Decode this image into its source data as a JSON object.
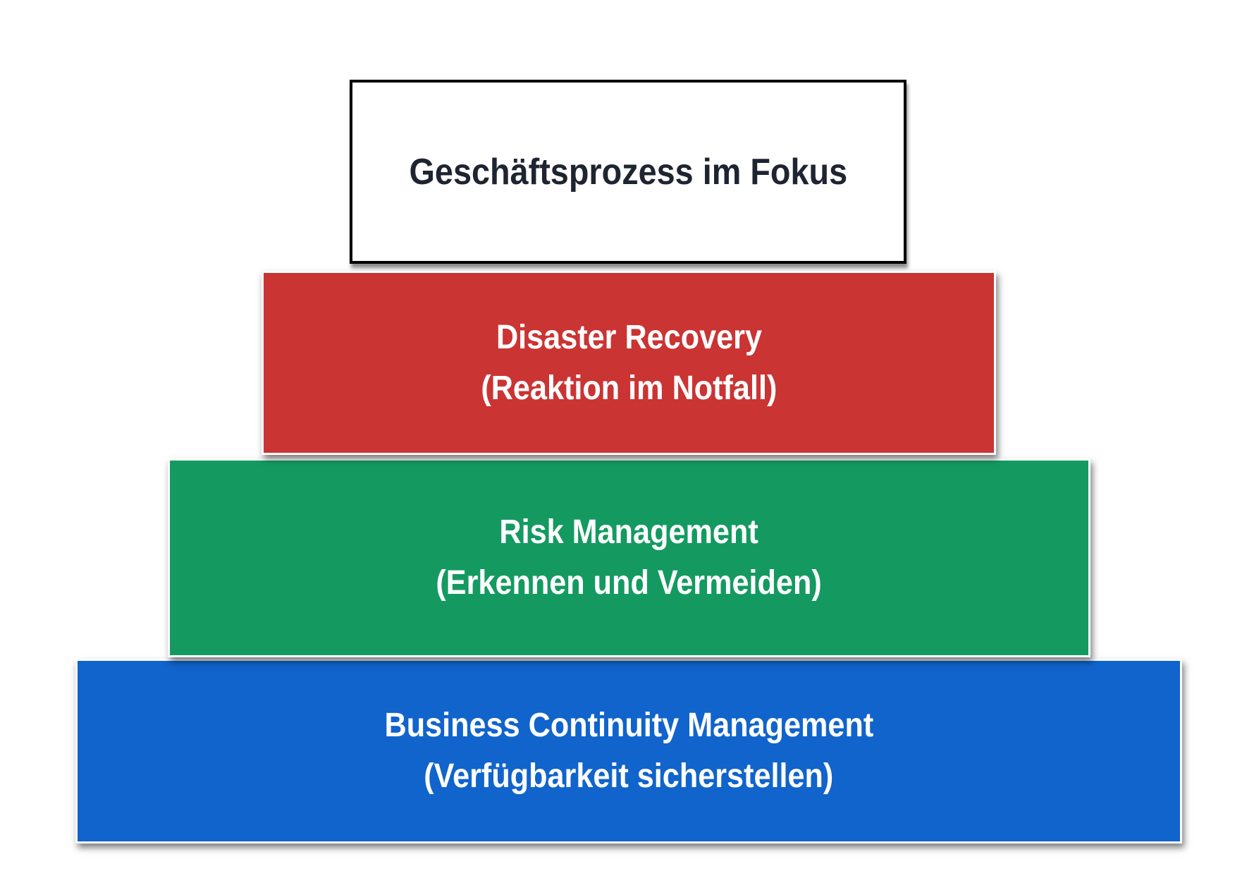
{
  "canvas": {
    "background": "#FFFFFF"
  },
  "diagram": {
    "type": "stacked-layers",
    "layers": [
      {
        "name": "geschaeftsprozess",
        "label": "Geschäftsprozess im Fokus",
        "sublabel": "",
        "bg": "#FFFFFF",
        "text_color": "#1E2430",
        "border_color": "#000000"
      },
      {
        "name": "disaster-recovery",
        "label": "Disaster Recovery",
        "sublabel": "(Reaktion im Notfall)",
        "bg": "#CA3433",
        "text_color": "#FFFFFF",
        "border_color": "#FFFFFF"
      },
      {
        "name": "risk-management",
        "label": "Risk Management",
        "sublabel": "(Erkennen und Vermeiden)",
        "bg": "#149A61",
        "text_color": "#FFFFFF",
        "border_color": "#FFFFFF"
      },
      {
        "name": "business-continuity-management",
        "label": "Business Continuity Management",
        "sublabel": "(Verfügbarkeit sicherstellen)",
        "bg": "#1064CB",
        "text_color": "#FFFFFF",
        "border_color": "#FFFFFF"
      }
    ]
  }
}
